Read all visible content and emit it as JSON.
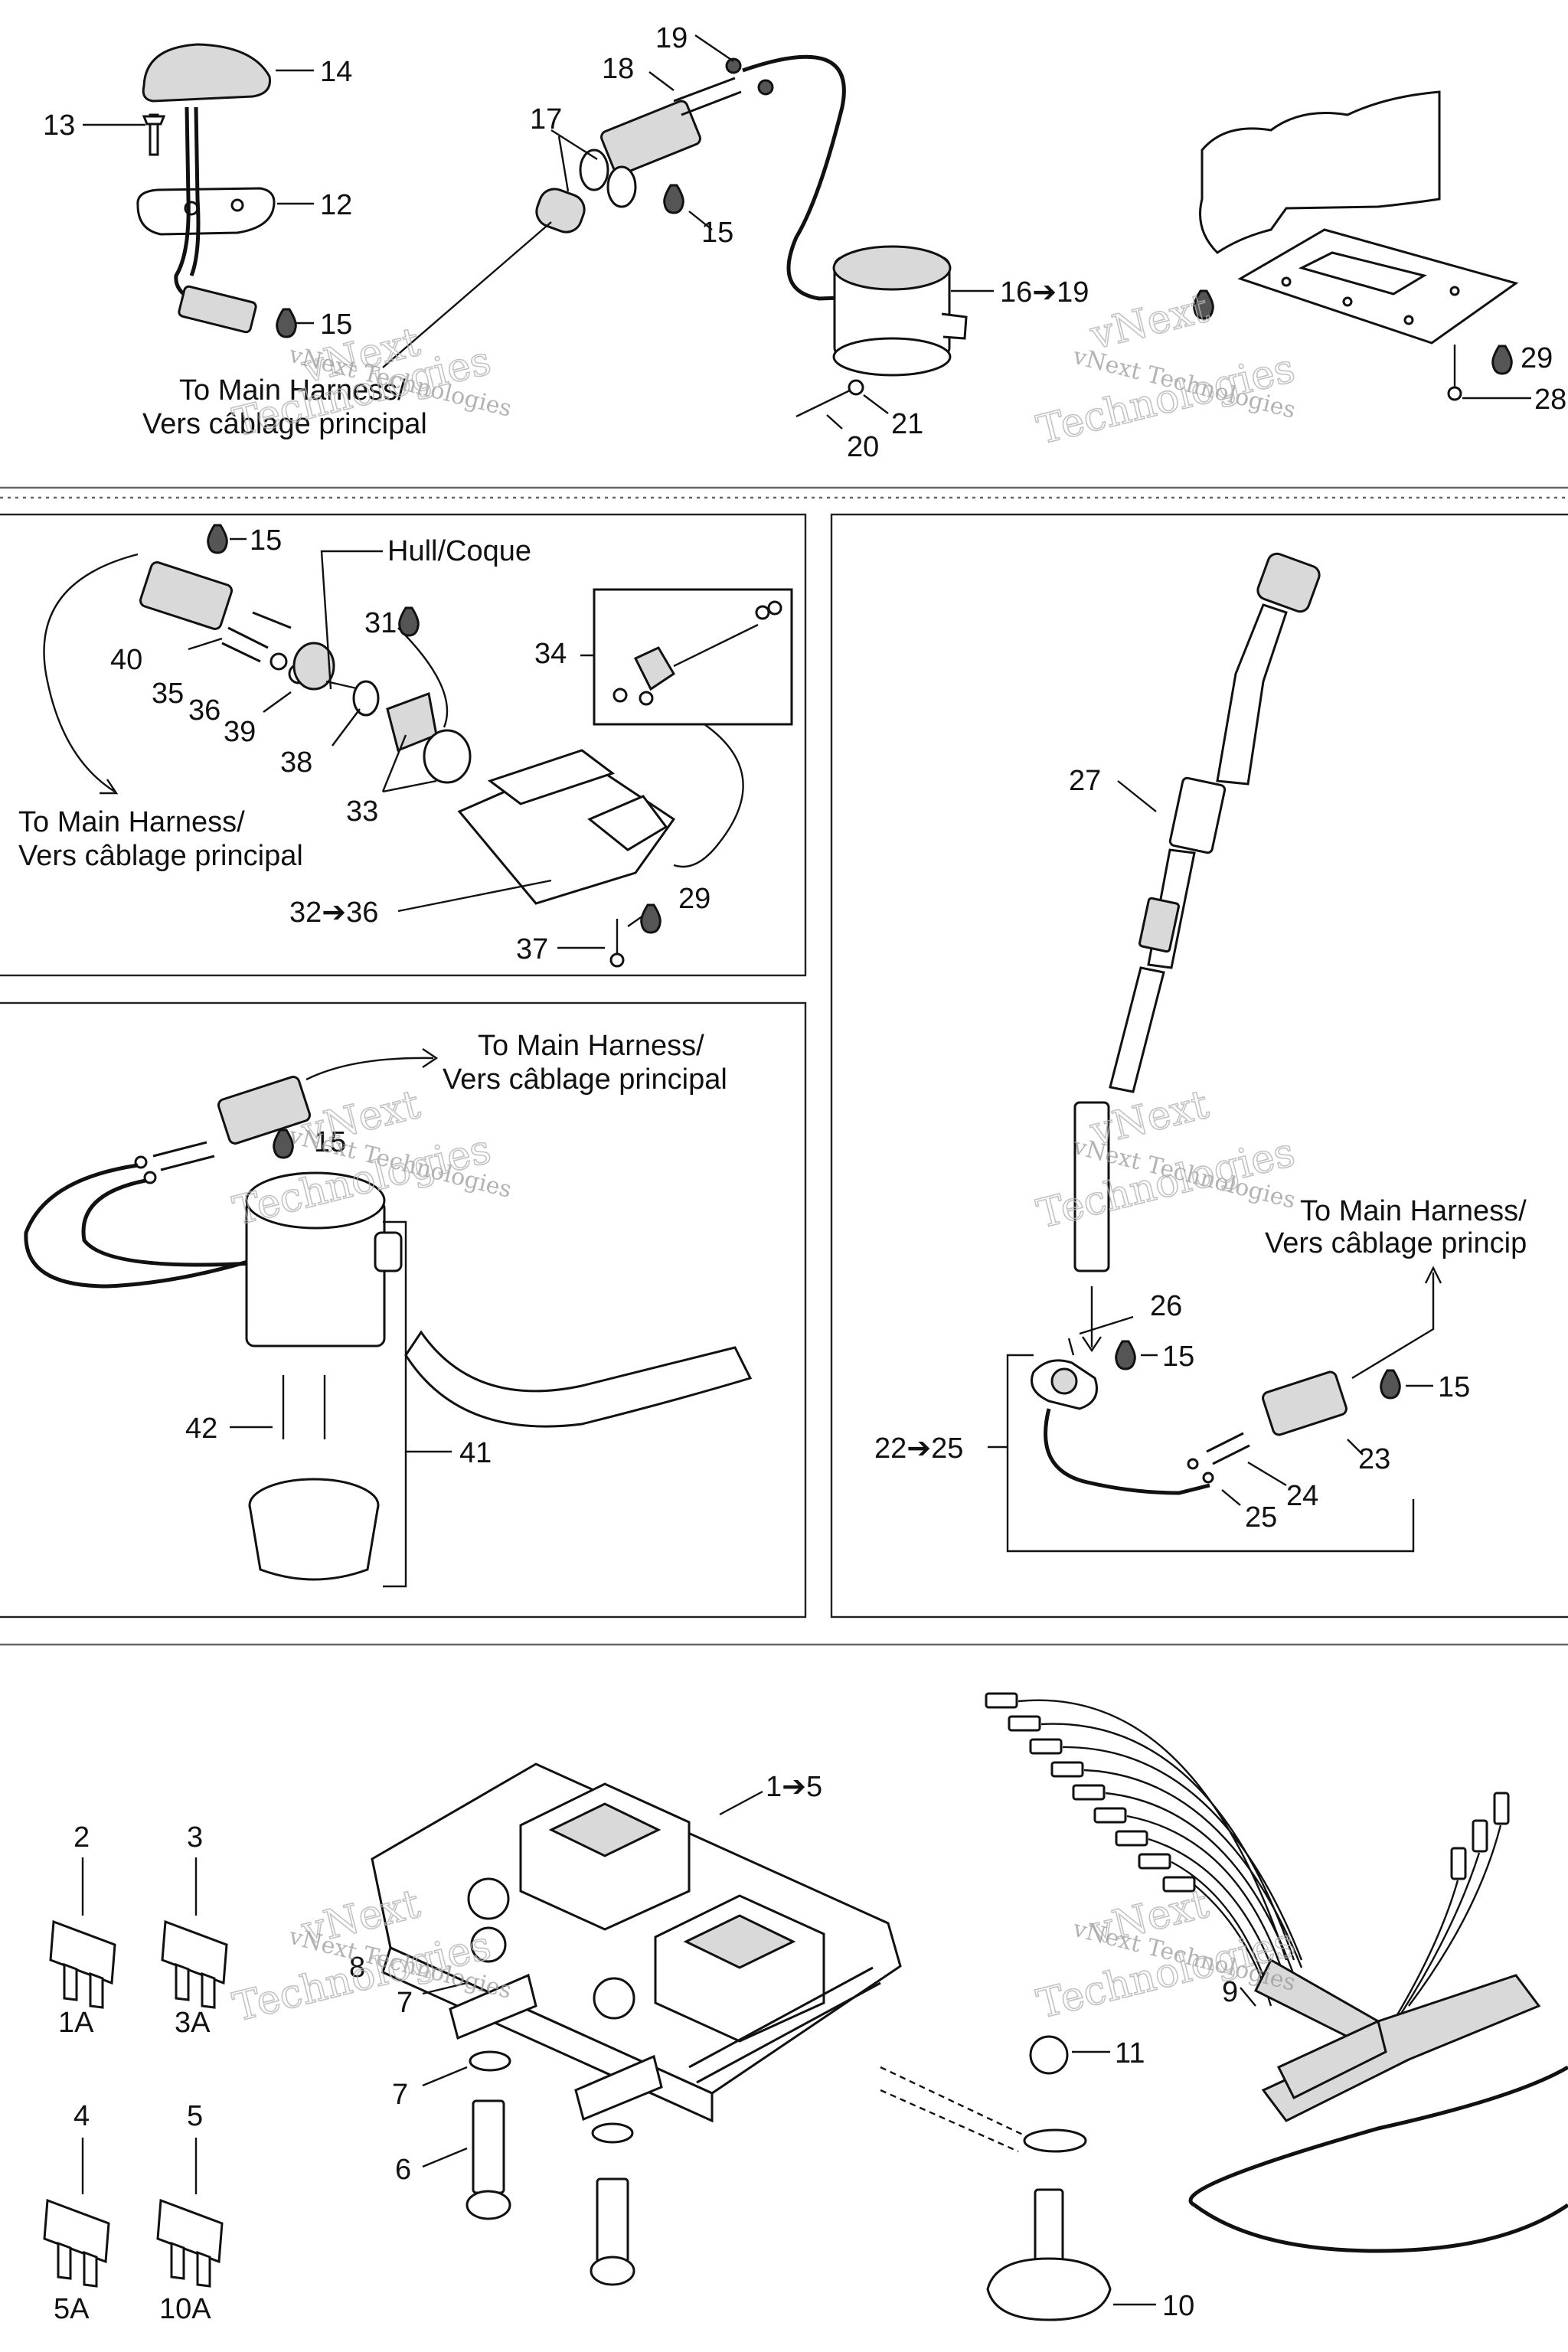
{
  "callouts": {
    "c14": "14",
    "c13": "13",
    "c12": "12",
    "c15a": "15",
    "c19a": "19",
    "c18": "18",
    "c17": "17",
    "c15b": "15",
    "c16_19": "16➔19",
    "c21": "21",
    "c20": "20",
    "c29a": "29",
    "c28": "28",
    "c15c": "15",
    "c40": "40",
    "c35": "35",
    "c36a": "36",
    "c39": "39",
    "c38": "38",
    "c31": "31",
    "c34": "34",
    "c33": "33",
    "c32_36": "32➔36",
    "c29b": "29",
    "c37": "37",
    "c15d": "15",
    "c42": "42",
    "c41": "41",
    "c27": "27",
    "c26": "26",
    "c15e": "15",
    "c15f": "15",
    "c22_25": "22➔25",
    "c23": "23",
    "c24": "24",
    "c25": "25",
    "c1_5": "1➔5",
    "c2": "2",
    "c3": "3",
    "c4": "4",
    "c5": "5",
    "c1a": "1A",
    "c3a": "3A",
    "c5a": "5A",
    "c10a": "10A",
    "c8": "8",
    "c7a": "7",
    "c7b": "7",
    "c6": "6",
    "c9": "9",
    "c11": "11",
    "c10": "10"
  },
  "captions": {
    "harness1_l1": "To Main Harness/",
    "harness1_l2": "Vers câblage principal",
    "hull": "Hull/Coque",
    "harness2_l1": "To Main Harness/",
    "harness2_l2": "Vers câblage principal",
    "harness3_l1": "To Main Harness/",
    "harness3_l2": "Vers câblage principal",
    "harness4_l1": "To Main Harness/",
    "harness4_l2": "Vers câblage princip"
  },
  "watermark": {
    "small": "vNext Technologies",
    "big_top": "vNext",
    "big_bottom": "Technologies"
  }
}
